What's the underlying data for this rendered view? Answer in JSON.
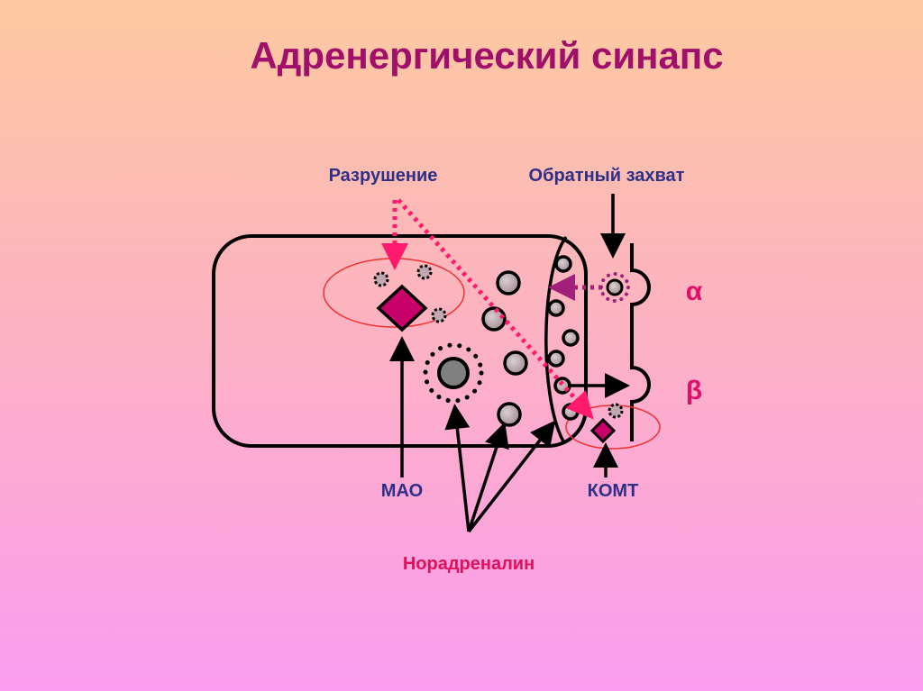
{
  "title": "Адренергический синапс",
  "labels": {
    "destruction": "Разрушение",
    "reuptake": "Обратный захват",
    "alpha": "α",
    "beta": "β",
    "mao": "МАО",
    "comt": "КОМТ",
    "noradrenaline": "Норадреналин"
  },
  "colors": {
    "title": "#a0106a",
    "label": "#2e3087",
    "receptor": "#e0106a",
    "noradrenaline": "#e0105a",
    "diamond": "#c8006a",
    "ellipse": "#f03030",
    "dotted_pink": "#ff1a6e",
    "dotted_purple": "#a0207a"
  }
}
